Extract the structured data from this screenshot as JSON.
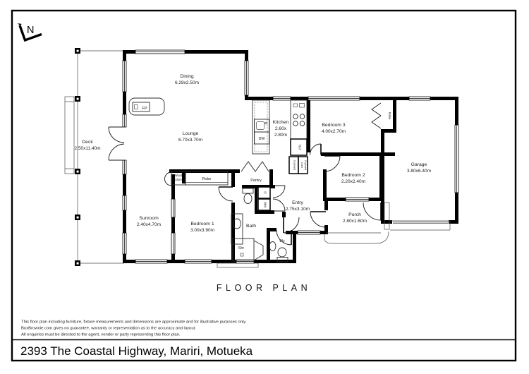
{
  "header": {
    "north_label": "N"
  },
  "plan": {
    "rooms": {
      "dining": {
        "name": "Dining",
        "dims": "6.28x2.50m"
      },
      "lounge": {
        "name": "Lounge",
        "dims": "6.70x3.70m"
      },
      "kitchen": {
        "name": "Kitchen",
        "dims_line1": "2.60x",
        "dims_line2": "2.80m"
      },
      "deck": {
        "name": "Deck",
        "dims": "2.50x11.40m"
      },
      "sunroom": {
        "name": "Sunroom",
        "dims": "2.40x4.70m"
      },
      "bedroom1": {
        "name": "Bedroom 1",
        "dims": "3.00x3.90m"
      },
      "bedroom2": {
        "name": "Bedroom 2",
        "dims": "2.20x2.40m"
      },
      "bedroom3": {
        "name": "Bedroom 3",
        "dims": "4.00x2.70m"
      },
      "garage": {
        "name": "Garage",
        "dims": "3.80x6.40m"
      },
      "entry": {
        "name": "Entry",
        "dims": "2.75x3.10m"
      },
      "porch": {
        "name": "Porch",
        "dims": "2.80x1.60m"
      },
      "bath": {
        "name": "Bath"
      },
      "wc": {
        "name": "Wc"
      },
      "pantry": {
        "name": "Pantry"
      }
    },
    "fixtures": {
      "fireplace": "FP",
      "dishwasher": "DW",
      "fridge": "Ref",
      "cupboard": "Cupboard",
      "linen_line1": "Linen",
      "linen_line2": "Cupboard",
      "washing_machine": "WM",
      "dryer": "D",
      "shower": "Shr",
      "robe_bedroom1": "Robe",
      "robe_bedroom3": "Robe",
      "wood_store_line1": "Wood",
      "wood_store_line2": "Store"
    }
  },
  "footer": {
    "title": "FLOOR PLAN",
    "disclaimer_line1": "This floor plan including furniture, fixture measurements and dimensions are approximate and for illustrative purposes only.",
    "disclaimer_line2": "BoxBrownie.com gives no guarantee, warranty or representation as to the accuracy and layout.",
    "disclaimer_line3": "All enquiries must be directed to the agent, vendor or party representing this floor plan.",
    "address": "2393 The Coastal Highway, Mariri, Motueka"
  }
}
